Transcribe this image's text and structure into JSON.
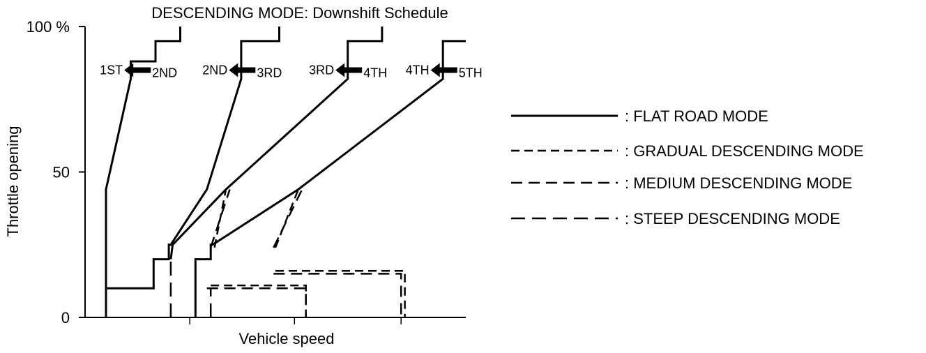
{
  "chart_data": {
    "type": "line",
    "title": "DESCENDING MODE: Downshift Schedule",
    "xlabel": "Vehicle speed",
    "ylabel": "Throttle opening",
    "y_ticks": [
      {
        "value": 0,
        "label": "0"
      },
      {
        "value": 50,
        "label": "50"
      },
      {
        "value": 100,
        "label": "100 %"
      }
    ],
    "ylim": [
      0,
      100
    ],
    "xlim": [
      0,
      100
    ],
    "grid": false,
    "legend_placement": "right",
    "legend": [
      {
        "label": ": FLAT ROAD MODE",
        "style": "solid"
      },
      {
        "label": ": GRADUAL DESCENDING MODE",
        "style": "dash-short"
      },
      {
        "label": ": MEDIUM DESCENDING MODE",
        "style": "dash-medium"
      },
      {
        "label": ": STEEP DESCENDING MODE",
        "style": "dash-long"
      }
    ],
    "shift_labels": [
      {
        "from": "2ND",
        "to": "1ST"
      },
      {
        "from": "3RD",
        "to": "2ND"
      },
      {
        "from": "4TH",
        "to": "3RD"
      },
      {
        "from": "5TH",
        "to": "4TH"
      }
    ],
    "series": [
      {
        "mode": "flat",
        "style": "solid",
        "points": [
          [
            5.5,
            0
          ],
          [
            5.5,
            44
          ],
          [
            12,
            82
          ],
          [
            12,
            88
          ],
          [
            18.5,
            88
          ],
          [
            18.5,
            95
          ],
          [
            25,
            95
          ],
          [
            25,
            100
          ]
        ]
      },
      {
        "mode": "flat",
        "style": "solid",
        "points": [
          [
            5.5,
            10
          ],
          [
            18,
            10
          ],
          [
            18,
            20
          ],
          [
            22,
            20
          ],
          [
            22,
            25
          ],
          [
            22.5,
            25
          ],
          [
            32,
            44
          ],
          [
            41,
            82
          ],
          [
            41,
            95
          ],
          [
            51,
            95
          ],
          [
            51,
            100
          ]
        ]
      },
      {
        "mode": "flat",
        "style": "solid",
        "points": [
          [
            22.5,
            20
          ],
          [
            23,
            25
          ],
          [
            37,
            44
          ],
          [
            69,
            82
          ],
          [
            69,
            95
          ],
          [
            78,
            95
          ],
          [
            78,
            100
          ]
        ]
      },
      {
        "mode": "flat",
        "style": "solid",
        "points": [
          [
            29,
            0
          ],
          [
            29,
            20
          ],
          [
            33,
            20
          ],
          [
            33,
            25
          ],
          [
            33.5,
            25
          ],
          [
            56,
            44
          ],
          [
            94,
            82
          ],
          [
            94,
            95
          ],
          [
            100,
            95
          ]
        ]
      },
      {
        "mode": "gradual",
        "style": "dash-short",
        "points": [
          [
            33,
            11
          ],
          [
            58,
            11
          ],
          [
            58,
            0
          ]
        ]
      },
      {
        "mode": "gradual",
        "style": "dash-short",
        "points": [
          [
            34,
            24
          ],
          [
            37,
            44
          ]
        ]
      },
      {
        "mode": "gradual",
        "style": "dash-short",
        "points": [
          [
            50,
            24
          ],
          [
            56,
            44
          ]
        ]
      },
      {
        "mode": "gradual",
        "style": "dash-short",
        "points": [
          [
            50,
            16
          ],
          [
            84,
            16
          ],
          [
            84,
            0
          ]
        ]
      },
      {
        "mode": "medium",
        "style": "dash-medium",
        "points": [
          [
            32,
            10
          ],
          [
            58,
            10
          ],
          [
            58,
            0
          ]
        ]
      },
      {
        "mode": "medium",
        "style": "dash-medium",
        "points": [
          [
            33,
            24
          ],
          [
            38,
            44
          ]
        ]
      },
      {
        "mode": "medium",
        "style": "dash-medium",
        "points": [
          [
            49.5,
            24
          ],
          [
            57,
            44
          ]
        ]
      },
      {
        "mode": "medium",
        "style": "dash-medium",
        "points": [
          [
            49.5,
            15
          ],
          [
            83,
            15
          ],
          [
            83,
            0
          ]
        ]
      },
      {
        "mode": "steep",
        "style": "dash-long",
        "points": [
          [
            22.5,
            0
          ],
          [
            22.5,
            20
          ]
        ]
      },
      {
        "mode": "steep",
        "style": "dash-long",
        "points": [
          [
            33,
            0
          ],
          [
            33,
            10
          ]
        ]
      }
    ]
  }
}
